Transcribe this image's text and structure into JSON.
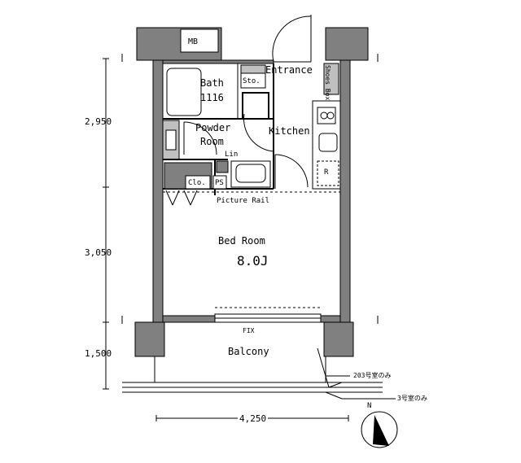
{
  "rooms": {
    "bath": "Bath",
    "bath_code": "1116",
    "storage": "Sto.",
    "entrance": "Entrance",
    "shoes_box": "Shoes Box",
    "powder_room": "Powder",
    "powder_room_2": "Room",
    "linen": "Lin",
    "kitchen": "Kitchen",
    "closet": "Clo.",
    "pipe_space": "PS",
    "picture_rail": "Picture Rail",
    "bedroom": "Bed Room",
    "bedroom_size": "8.0J",
    "balcony": "Balcony",
    "mb": "MB",
    "fridge": "R",
    "window_mark": "FIX"
  },
  "notes": {
    "note_203": "203号室のみ",
    "note_3": "3号室のみ"
  },
  "dimensions": {
    "vertical": [
      "2,950",
      "3,050",
      "1,500"
    ],
    "horizontal": "4,250"
  },
  "compass": {
    "label": "N"
  },
  "colors": {
    "line": "#000000",
    "fill_dark": "#808080",
    "fill_light": "#c0c0c0",
    "background": "#ffffff"
  }
}
